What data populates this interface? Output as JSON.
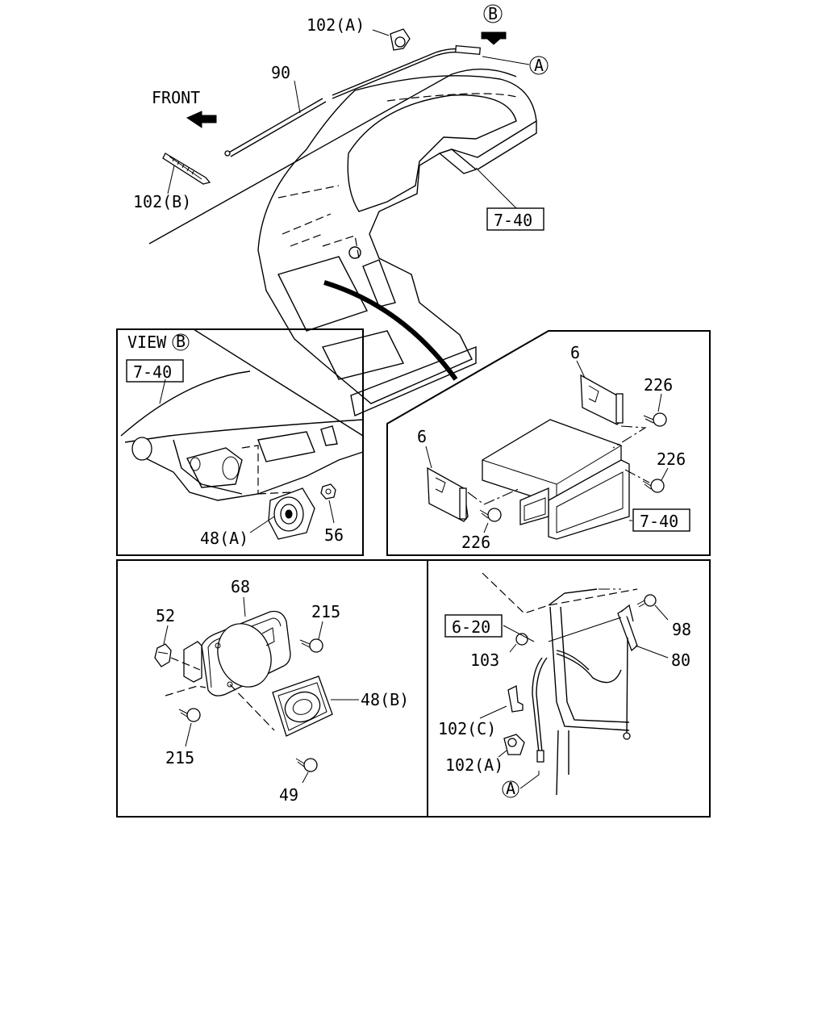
{
  "labels": {
    "p102a_top": "102(A)",
    "ref_b_top": "B",
    "ref_a_top": "A",
    "p90": "90",
    "front": "FRONT",
    "p102b": "102(B)",
    "box740_top": "7-40",
    "view_b_text": "VIEW",
    "view_b_ref": "B",
    "box740_view": "7-40",
    "p48a": "48(A)",
    "p56": "56",
    "p6_upper": "6",
    "p226_upper": "226",
    "p6_lower": "6",
    "p226_mid": "226",
    "p226_lower": "226",
    "box740_bracket": "7-40",
    "p68": "68",
    "p52": "52",
    "p215_upper": "215",
    "p48b": "48(B)",
    "p215_lower": "215",
    "p49": "49",
    "box620": "6-20",
    "p98": "98",
    "p103": "103",
    "p80": "80",
    "p102c": "102(C)",
    "p102a_bottom": "102(A)",
    "ref_a_bottom": "A"
  }
}
